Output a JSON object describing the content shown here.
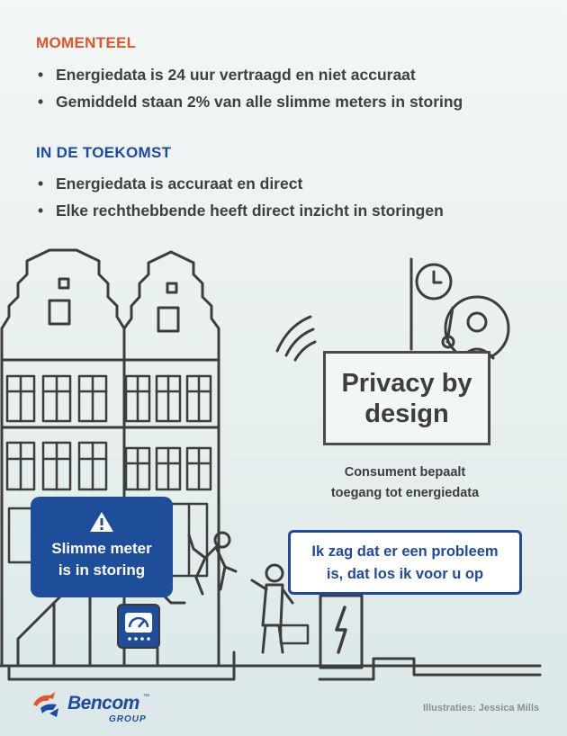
{
  "current": {
    "heading": "MOMENTEEL",
    "items": [
      "Energiedata is 24 uur vertraagd en niet accuraat",
      "Gemiddeld staan 2% van alle slimme meters in storing"
    ]
  },
  "future": {
    "heading": "IN DE TOEKOMST",
    "items": [
      "Energiedata is accuraat en direct",
      "Elke rechthebbende heeft direct inzicht in storingen"
    ]
  },
  "privacy": {
    "line1": "Privacy by",
    "line2": "design"
  },
  "consumer": {
    "line1": "Consument bepaalt",
    "line2": "toegang tot energiedata"
  },
  "alert": {
    "icon": "warning-icon",
    "line1": "Slimme meter",
    "line2": "is in storing"
  },
  "speech": {
    "line1": "Ik zag dat er een probleem",
    "line2": "is, dat los ik voor u op"
  },
  "logo": {
    "name": "Bencom",
    "tm": "™",
    "sub": "GROUP"
  },
  "credit": "Illustraties: Jessica Mills",
  "colors": {
    "orange": "#e2552a",
    "blue": "#1f4aa0",
    "meter_blue": "#1e4e9a"
  }
}
